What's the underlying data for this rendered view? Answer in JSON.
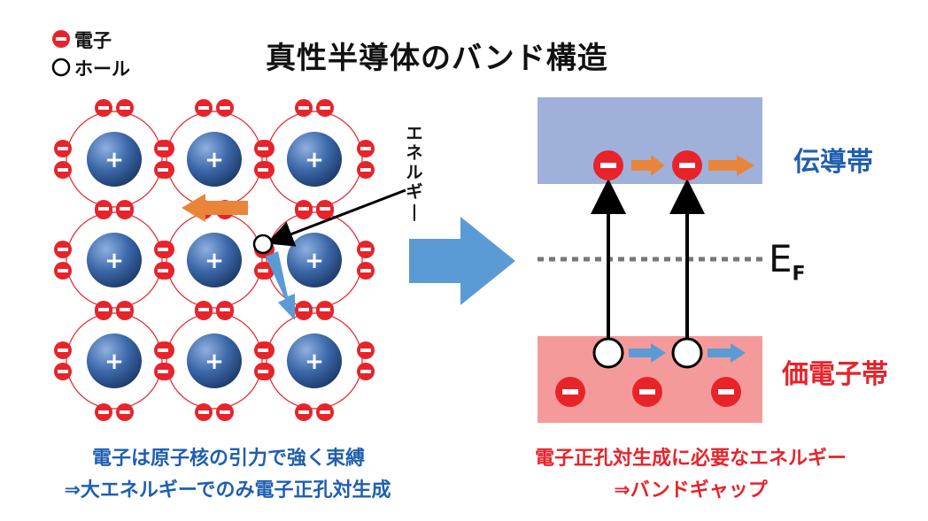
{
  "title": "真性半導体のバンド構造",
  "legend": {
    "electron": "電子",
    "hole": "ホール"
  },
  "lattice": {
    "energy_label": "エネルギー",
    "caption_line1": "電子は原子核の引力で強く束縛",
    "caption_line2": "⇒大エネルギーでのみ電子正孔対生成",
    "nucleus_symbol": "+",
    "electron_symbol": "−"
  },
  "band": {
    "conduction_label": "伝導帯",
    "valence_label": "価電子帯",
    "fermi_label": "E",
    "fermi_sub": "F",
    "caption_line1": "電子正孔対生成に必要なエネルギー",
    "caption_line2": "⇒バンドギャップ"
  },
  "colors": {
    "electron": "#e8232a",
    "nucleus": "#2f5b9c",
    "conduction_band": "#9fb0da",
    "valence_band": "#f59a9a",
    "orange_arrow": "#e9853a",
    "blue_arrow": "#5b9bd5",
    "blue_text": "#1f5fb0",
    "red_text": "#e8232a"
  }
}
